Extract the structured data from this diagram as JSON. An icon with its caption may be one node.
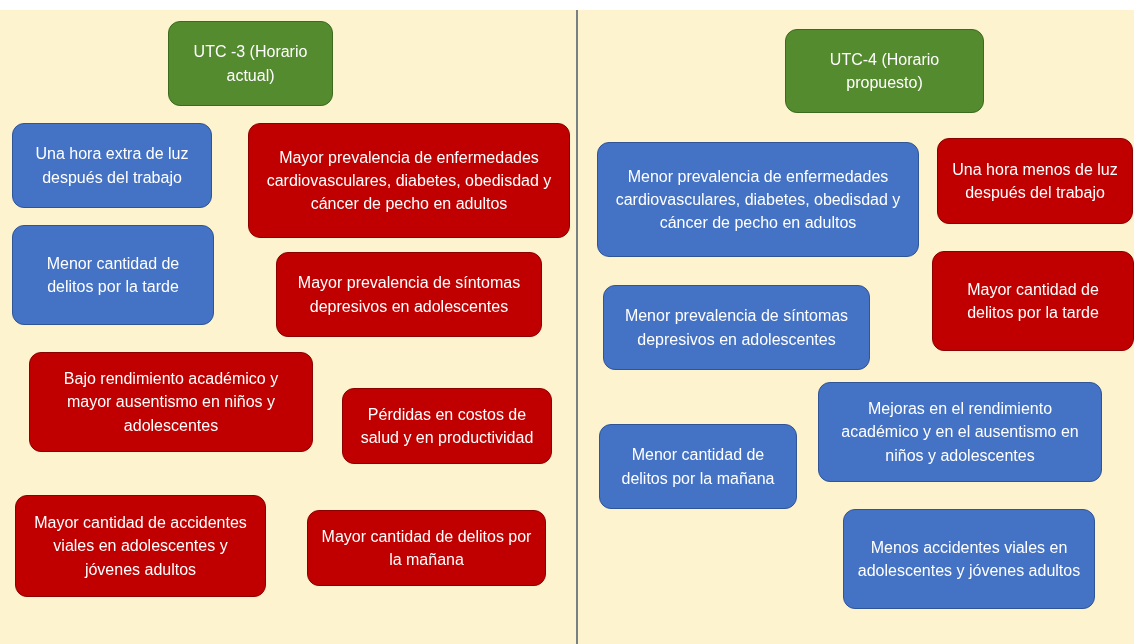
{
  "diagram": {
    "nodes": [
      {
        "text": [
          "UTC -3 (Horario actual)"
        ]
      },
      {
        "text": [
          "Una hora extra de luz después del trabajo"
        ]
      },
      {
        "text": [
          "Mayor prevalencia de enfermedades cardiovasculares, diabetes, obedisdad y cáncer de pecho en adultos"
        ]
      },
      {
        "text": [
          "Menor cantidad de delitos por la tarde"
        ]
      },
      {
        "text": [
          "Mayor prevalencia de síntomas depresivos en adolescentes"
        ]
      },
      {
        "text": [
          "Bajo rendimiento académico y mayor ausentismo en niños y adolescentes"
        ]
      },
      {
        "text": [
          "Pérdidas en costos de salud y en productividad"
        ]
      },
      {
        "text": [
          "Mayor cantidad de accidentes viales en adolescentes y jóvenes adultos"
        ]
      },
      {
        "text": [
          "Mayor cantidad de delitos por la mañana"
        ]
      },
      {
        "text": [
          "UTC-4 (Horario propuesto)"
        ]
      },
      {
        "text": [
          "Menor prevalencia de enfermedades cardiovasculares, diabetes, obedisdad y cáncer de pecho en adultos"
        ]
      },
      {
        "text": [
          "Una hora menos de luz después del trabajo"
        ]
      },
      {
        "text": [
          "Mayor cantidad de delitos por la tarde"
        ]
      },
      {
        "text": [
          "Menor prevalencia de síntomas depresivos en adolescentes"
        ]
      },
      {
        "text": [
          "Mejoras en el rendimiento académico y en el ausentismo en niños y adolescentes"
        ]
      },
      {
        "text": [
          "Menor cantidad de delitos por la mañana"
        ]
      },
      {
        "text": [
          "Menos accidentes viales en adolescentes y jóvenes adultos"
        ]
      }
    ]
  }
}
